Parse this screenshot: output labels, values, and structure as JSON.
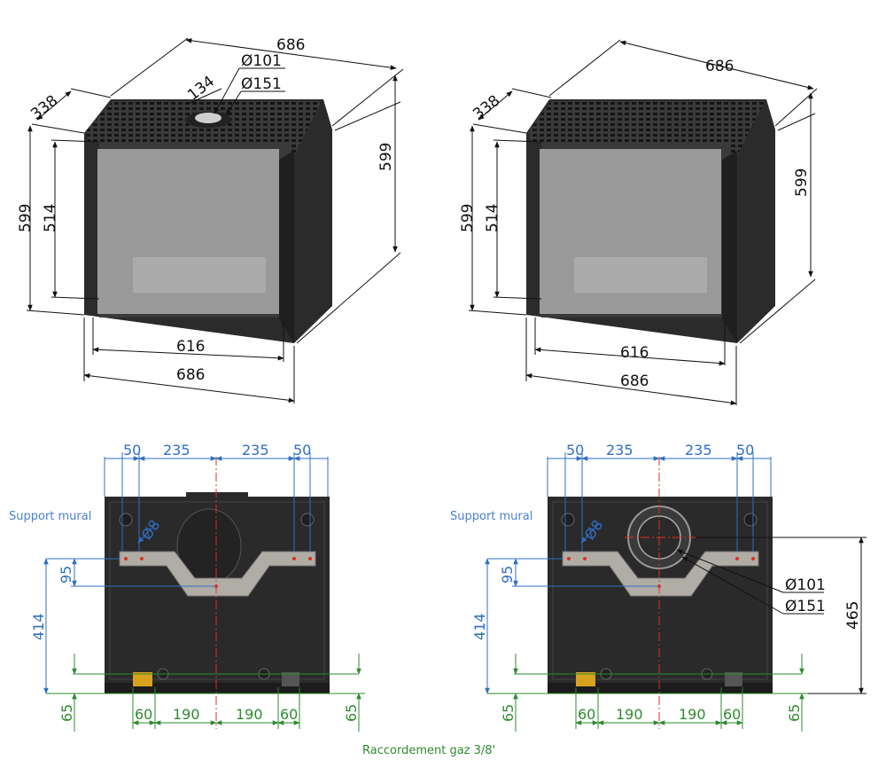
{
  "top_left": {
    "w_top": "686",
    "depth": "338",
    "offset": "134",
    "d1": "Ø101",
    "d2": "Ø151",
    "h_right": "599",
    "h_left": "599",
    "h_glass": "514",
    "w_glass": "616",
    "w_bottom": "686"
  },
  "top_right": {
    "w_top": "686",
    "depth": "338",
    "h_right": "599",
    "h_left": "599",
    "h_glass": "514",
    "w_glass": "616",
    "w_bottom": "686"
  },
  "bottom_left": {
    "top_dims": [
      "50",
      "235",
      "235",
      "50"
    ],
    "bottom_dims": [
      "60",
      "190",
      "190",
      "60"
    ],
    "support_label": "Support mural",
    "hole_dia": "Ø8",
    "v95": "95",
    "v414": "414",
    "v65_left": "65",
    "v65_right": "65"
  },
  "bottom_right": {
    "top_dims": [
      "50",
      "235",
      "235",
      "50"
    ],
    "bottom_dims": [
      "60",
      "190",
      "190",
      "60"
    ],
    "support_label": "Support mural",
    "hole_dia": "Ø8",
    "v95": "95",
    "v414": "414",
    "v65_left": "65",
    "v65_right": "65",
    "v465": "465",
    "d1": "Ø101",
    "d2": "Ø151"
  },
  "gas_label": "Raccordement gaz 3/8'",
  "colors": {
    "dim_black": "#111111",
    "dim_blue": "#2f6fc4",
    "dim_green": "#2f8a2f",
    "axis_red": "#e0301e",
    "body": "#2b2b2b",
    "glass": "#9a9a9a",
    "bracket": "#b0aca6"
  }
}
